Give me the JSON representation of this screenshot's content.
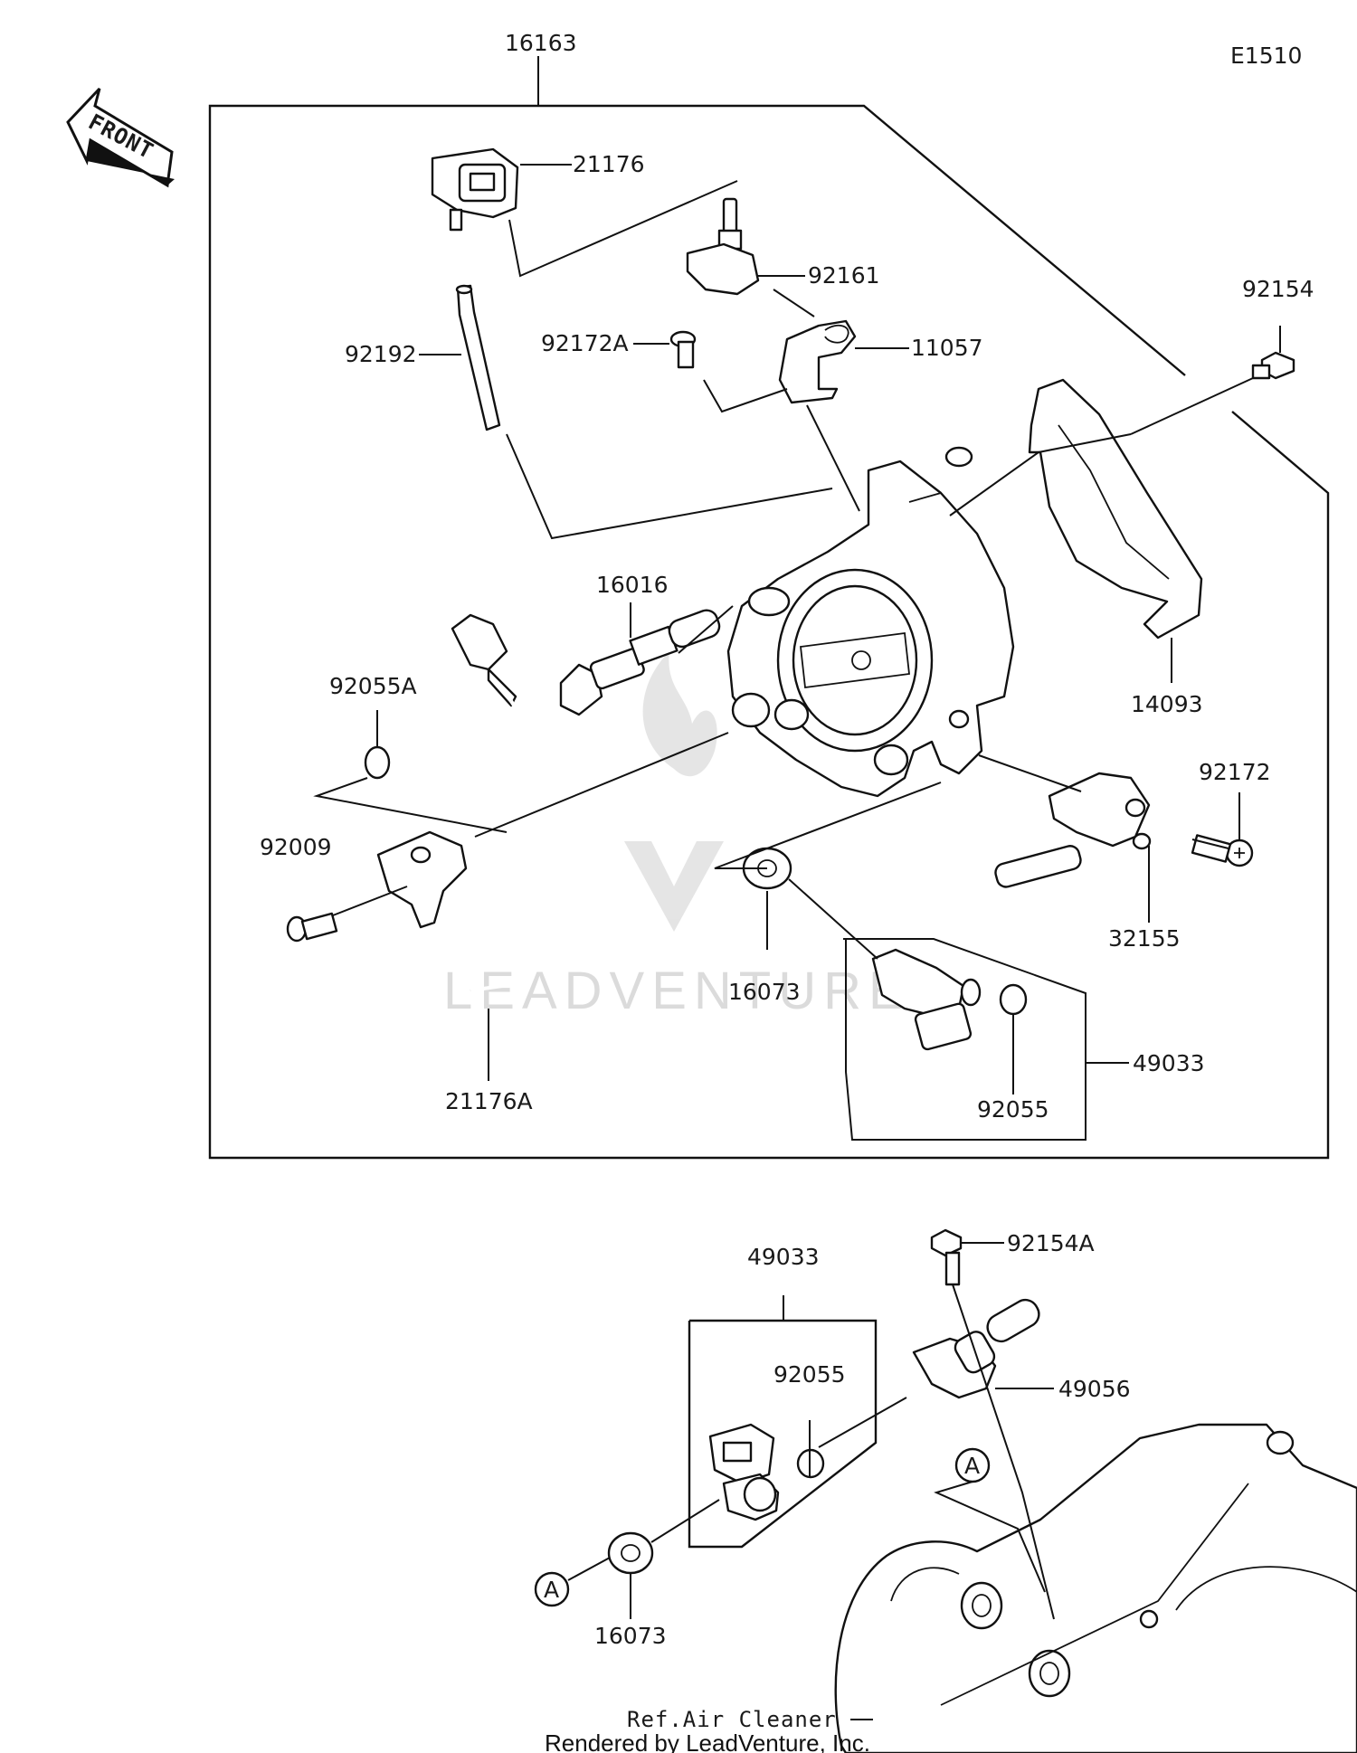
{
  "diagram_code": "E1510",
  "front_label": "FRONT",
  "watermark": "LEADVENTURE",
  "credit": "Rendered by LeadVenture, Inc.",
  "reference_note": "Ref.Air Cleaner",
  "callout_marker": "A",
  "parts": {
    "p16163": "16163",
    "p21176": "21176",
    "p92161": "92161",
    "p92192": "92192",
    "p92172A": "92172A",
    "p11057": "11057",
    "p92154": "92154",
    "p16016": "16016",
    "p14093": "14093",
    "p92055A": "92055A",
    "p92172": "92172",
    "p92009": "92009",
    "p32155": "32155",
    "p16073": "16073",
    "p49033": "49033",
    "p92055": "92055",
    "p21176A": "21176A",
    "p49033b": "49033",
    "p92154A": "92154A",
    "p92055b": "92055",
    "p49056": "49056",
    "p16073b": "16073"
  }
}
